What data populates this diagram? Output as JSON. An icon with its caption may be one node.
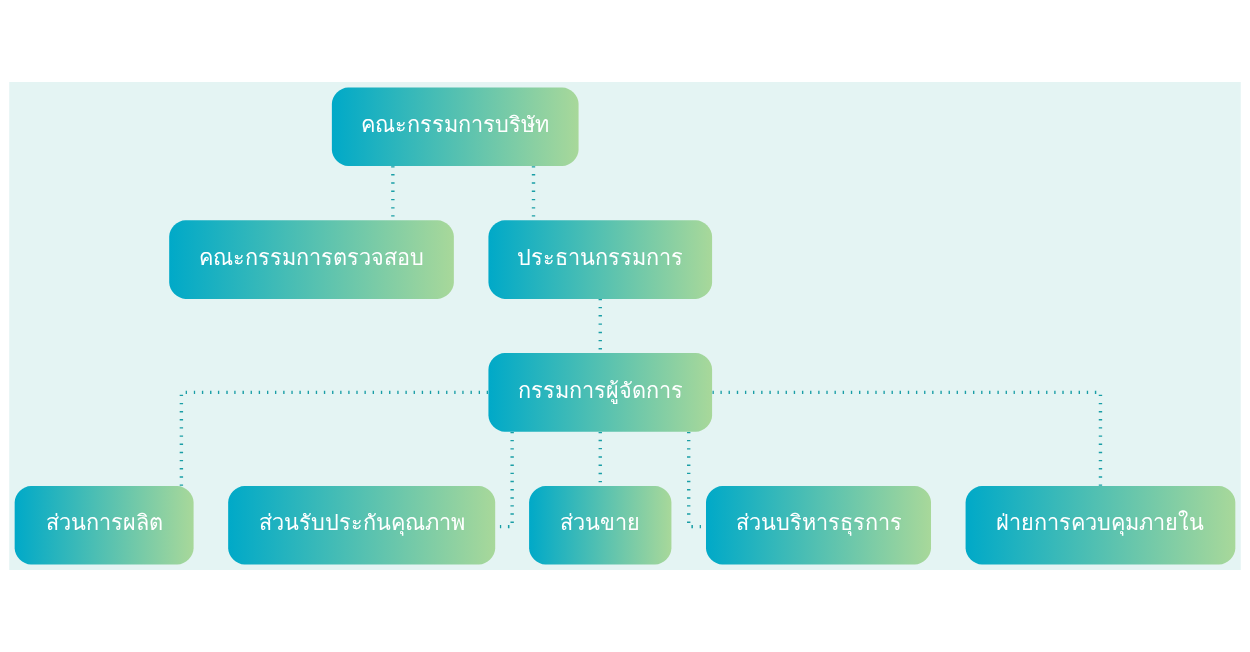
{
  "diagram": {
    "nodes": [
      {
        "text": [
          "คณะกรรมการบริษัท"
        ]
      },
      {
        "text": [
          "คณะกรรมการตรวจสอบ"
        ]
      },
      {
        "text": [
          "ประธานกรรมการ"
        ]
      },
      {
        "text": [
          "กรรมการผู้จัดการ"
        ]
      },
      {
        "text": [
          "ส่วนการผลิต"
        ]
      },
      {
        "text": [
          "ส่วนรับประกันคุณภาพ"
        ]
      },
      {
        "text": [
          "ส่วนขาย"
        ]
      },
      {
        "text": [
          "ส่วนบริหารธุรการ"
        ]
      },
      {
        "text": [
          "ฝ่ายการควบคุมภายใน"
        ]
      }
    ],
    "edges": [
      {
        "from": 0,
        "to": 2,
        "arrow": "none"
      },
      {
        "from": 0,
        "to": 1,
        "arrow": "none"
      },
      {
        "from": 2,
        "to": 3,
        "arrow": "none"
      },
      {
        "from": 3,
        "to": 4,
        "arrow": "none"
      },
      {
        "from": 3,
        "to": 5,
        "arrow": "none"
      },
      {
        "from": 3,
        "to": 6,
        "arrow": "none"
      },
      {
        "from": 3,
        "to": 7,
        "arrow": "none"
      },
      {
        "from": 3,
        "to": 8,
        "arrow": "none"
      }
    ]
  }
}
